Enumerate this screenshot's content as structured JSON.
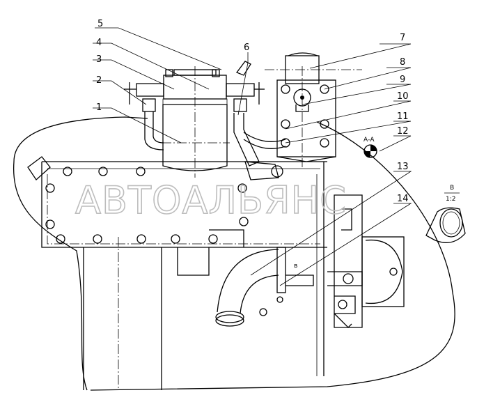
{
  "callouts": [
    {
      "id": "1",
      "label": "1"
    },
    {
      "id": "2",
      "label": "2"
    },
    {
      "id": "3",
      "label": "3"
    },
    {
      "id": "4",
      "label": "4"
    },
    {
      "id": "5",
      "label": "5"
    },
    {
      "id": "6",
      "label": "6"
    },
    {
      "id": "7",
      "label": "7"
    },
    {
      "id": "8",
      "label": "8"
    },
    {
      "id": "9",
      "label": "9"
    },
    {
      "id": "10",
      "label": "10"
    },
    {
      "id": "11",
      "label": "11"
    },
    {
      "id": "12",
      "label": "12"
    },
    {
      "id": "13",
      "label": "13"
    },
    {
      "id": "14",
      "label": "14"
    }
  ],
  "section_aa": "А-А",
  "view_b": {
    "letter": "В",
    "scale": "1:2"
  },
  "view_b_marker": "в",
  "watermark": "АВТОАЛЬЯНС"
}
